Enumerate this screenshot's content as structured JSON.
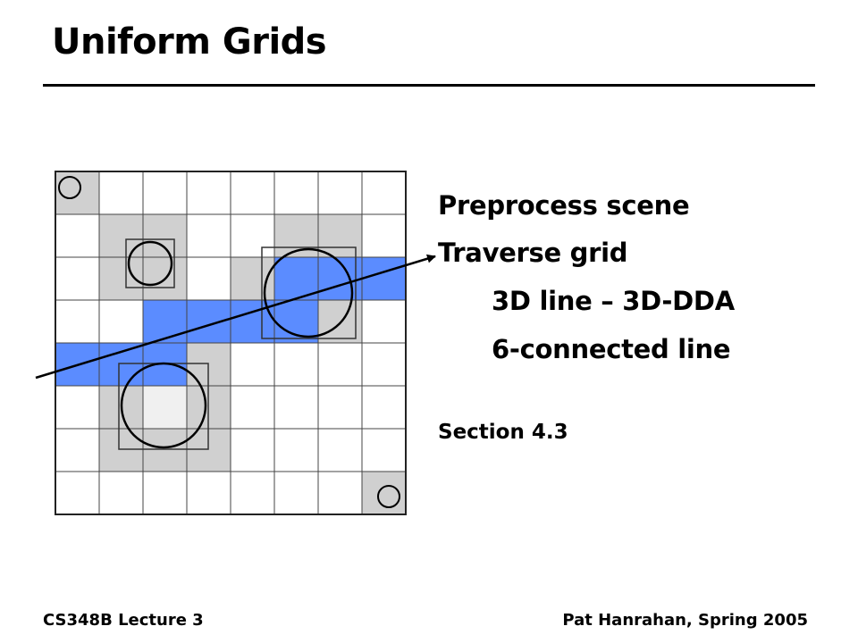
{
  "title": "Uniform Grids",
  "bullets": [
    "Preprocess scene",
    "Traverse grid"
  ],
  "sub_bullets": [
    "3D line – 3D-DDA",
    "6-connected line"
  ],
  "section": "Section 4.3",
  "footer": {
    "left": "CS348B Lecture 3",
    "right": "Pat Hanrahan, Spring 2005"
  },
  "colors": {
    "gray": "#d0d0d0",
    "blue": "#5b8cff",
    "light": "#f0f0f0"
  },
  "grid": {
    "size": 8,
    "cells": [
      [
        0,
        0,
        "gray"
      ],
      [
        1,
        1,
        "gray"
      ],
      [
        1,
        2,
        "gray"
      ],
      [
        1,
        5,
        "gray"
      ],
      [
        1,
        6,
        "gray"
      ],
      [
        2,
        1,
        "gray"
      ],
      [
        2,
        2,
        "gray"
      ],
      [
        2,
        4,
        "gray"
      ],
      [
        2,
        5,
        "blue"
      ],
      [
        2,
        6,
        "blue"
      ],
      [
        2,
        7,
        "blue"
      ],
      [
        3,
        2,
        "blue"
      ],
      [
        3,
        3,
        "blue"
      ],
      [
        3,
        4,
        "blue"
      ],
      [
        3,
        5,
        "blue"
      ],
      [
        3,
        6,
        "gray"
      ],
      [
        4,
        0,
        "blue"
      ],
      [
        4,
        1,
        "blue"
      ],
      [
        4,
        2,
        "blue"
      ],
      [
        4,
        3,
        "gray"
      ],
      [
        5,
        1,
        "gray"
      ],
      [
        5,
        2,
        "light"
      ],
      [
        5,
        3,
        "gray"
      ],
      [
        6,
        1,
        "gray"
      ],
      [
        6,
        2,
        "gray"
      ],
      [
        6,
        3,
        "gray"
      ],
      [
        7,
        7,
        "gray"
      ]
    ]
  }
}
